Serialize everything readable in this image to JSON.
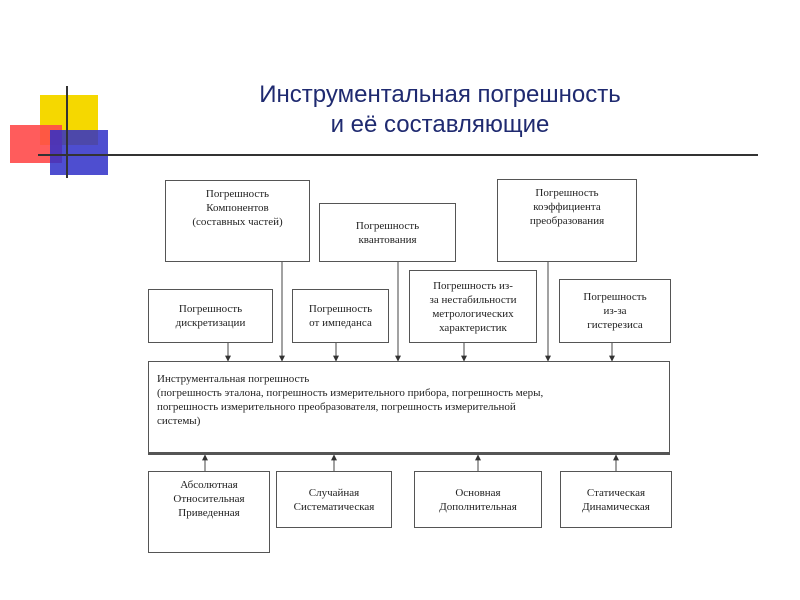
{
  "title": {
    "line1": "Инструментальная погрешность",
    "line2": "и её составляющие"
  },
  "decoration_colors": {
    "yellow": "#f5d800",
    "red": "#ff4a4a",
    "blue": "#2f2fc8",
    "line": "#333333"
  },
  "top_boxes": {
    "components": [
      "Погрешность",
      "Компонентов",
      "(составных частей)"
    ],
    "quantization": [
      "Погрешность",
      "квантования"
    ],
    "coefficient": [
      "Погрешность",
      "коэффициента",
      "преобразования"
    ]
  },
  "middle_boxes": {
    "discretization": [
      "Погрешность",
      "дискретизации"
    ],
    "impedance": [
      "Погрешность",
      "от импеданса"
    ],
    "instability": [
      "Погрешность из-",
      "за нестабильности",
      "метрологических",
      "характеристик"
    ],
    "hysteresis": [
      "Погрешность",
      "из-за",
      "гистерезиса"
    ]
  },
  "center_box": [
    "Инструментальная погрешность",
    "(погрешность эталона, погрешность измерительного прибора, погрешность меры,",
    "погрешность измерительного преобразователя, погрешность измерительной",
    "системы)"
  ],
  "bottom_boxes": {
    "absolute": [
      "Абсолютная",
      "Относительная",
      "Приведенная"
    ],
    "random": [
      "Случайная",
      "Систематическая"
    ],
    "basic": [
      "Основная",
      "Дополнительная"
    ],
    "static": [
      "Статическая",
      "Динамическая"
    ]
  }
}
